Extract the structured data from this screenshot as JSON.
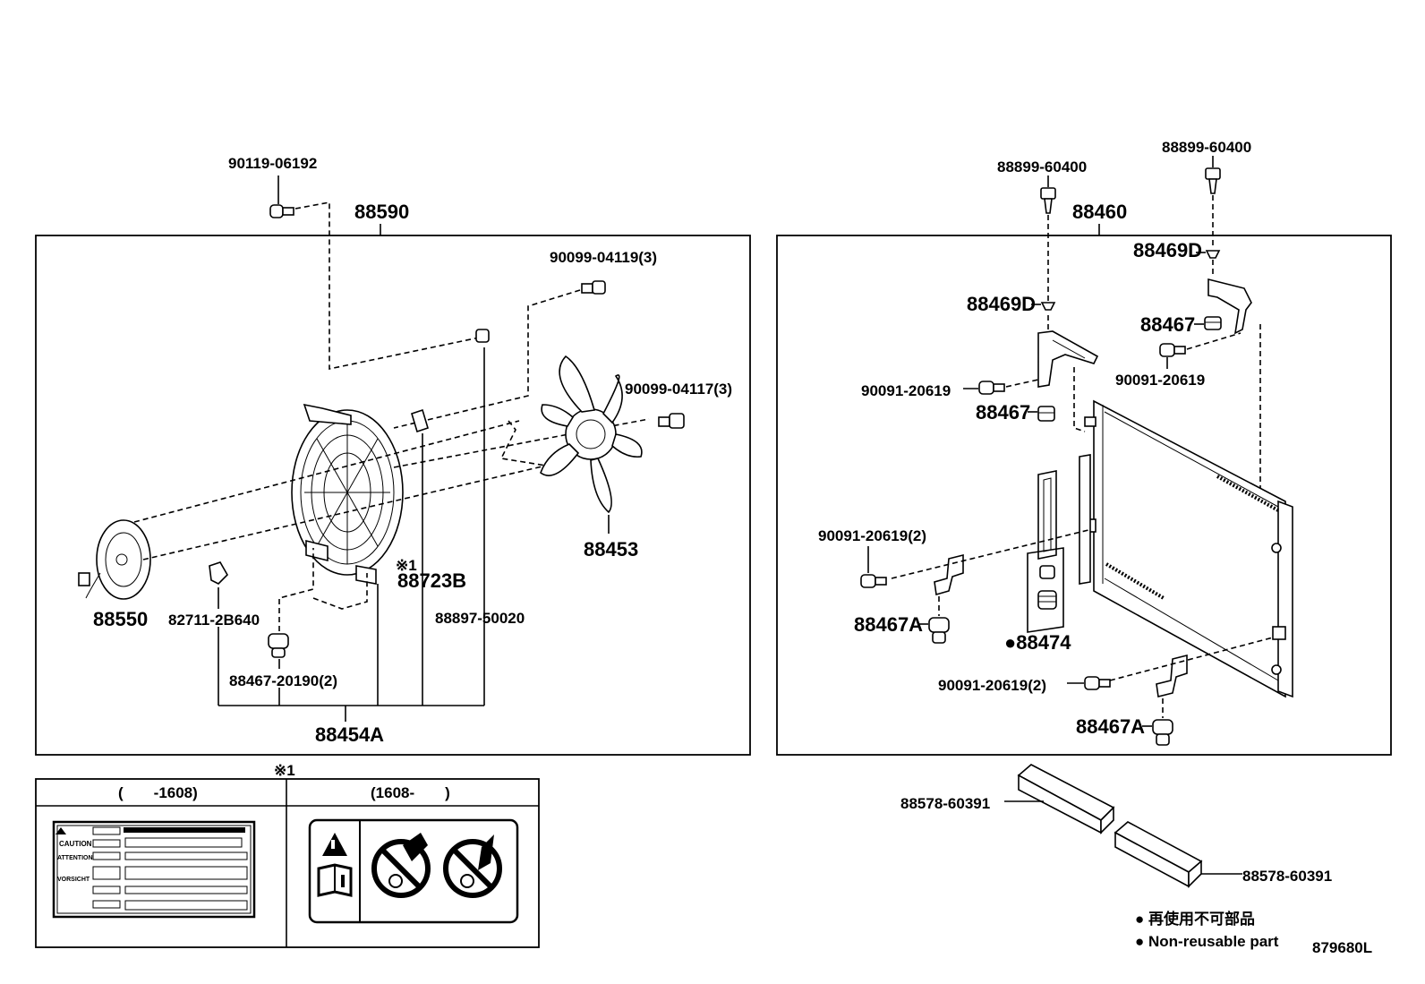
{
  "labels": {
    "l_90119": "90119-06192",
    "l_88590": "88590",
    "l_90099_04119": "90099-04119(3)",
    "l_90099_04117": "90099-04117(3)",
    "l_88453": "88453",
    "l_x1_a": "※1",
    "l_88723B": "88723B",
    "l_88897": "88897-50020",
    "l_88550": "88550",
    "l_82711": "82711-2B640",
    "l_88467_20190": "88467-20190(2)",
    "l_88454A": "88454A",
    "l_x1_b": "※1",
    "l_col_left": "(  -1608)",
    "l_col_right": "(1608-  )",
    "l_88899_a": "88899-60400",
    "l_88899_b": "88899-60400",
    "l_88460": "88460",
    "l_88469D_a": "88469D",
    "l_88469D_b": "88469D",
    "l_88467_a": "88467",
    "l_88467_b": "88467",
    "l_90091_a": "90091-20619",
    "l_90091_b": "90091-20619",
    "l_90091_c": "90091-20619(2)",
    "l_90091_d": "90091-20619(2)",
    "l_88467A_a": "88467A",
    "l_88467A_b": "88467A",
    "l_88474": "●88474",
    "l_88578_a": "88578-60391",
    "l_88578_b": "88578-60391",
    "legend_jp": "● 再使用不可部品",
    "legend_en": "● Non-reusable part",
    "diagram_id": "879680L",
    "cautions": [
      "CAUTION",
      "ATTENTION",
      "VORSICHT"
    ]
  }
}
